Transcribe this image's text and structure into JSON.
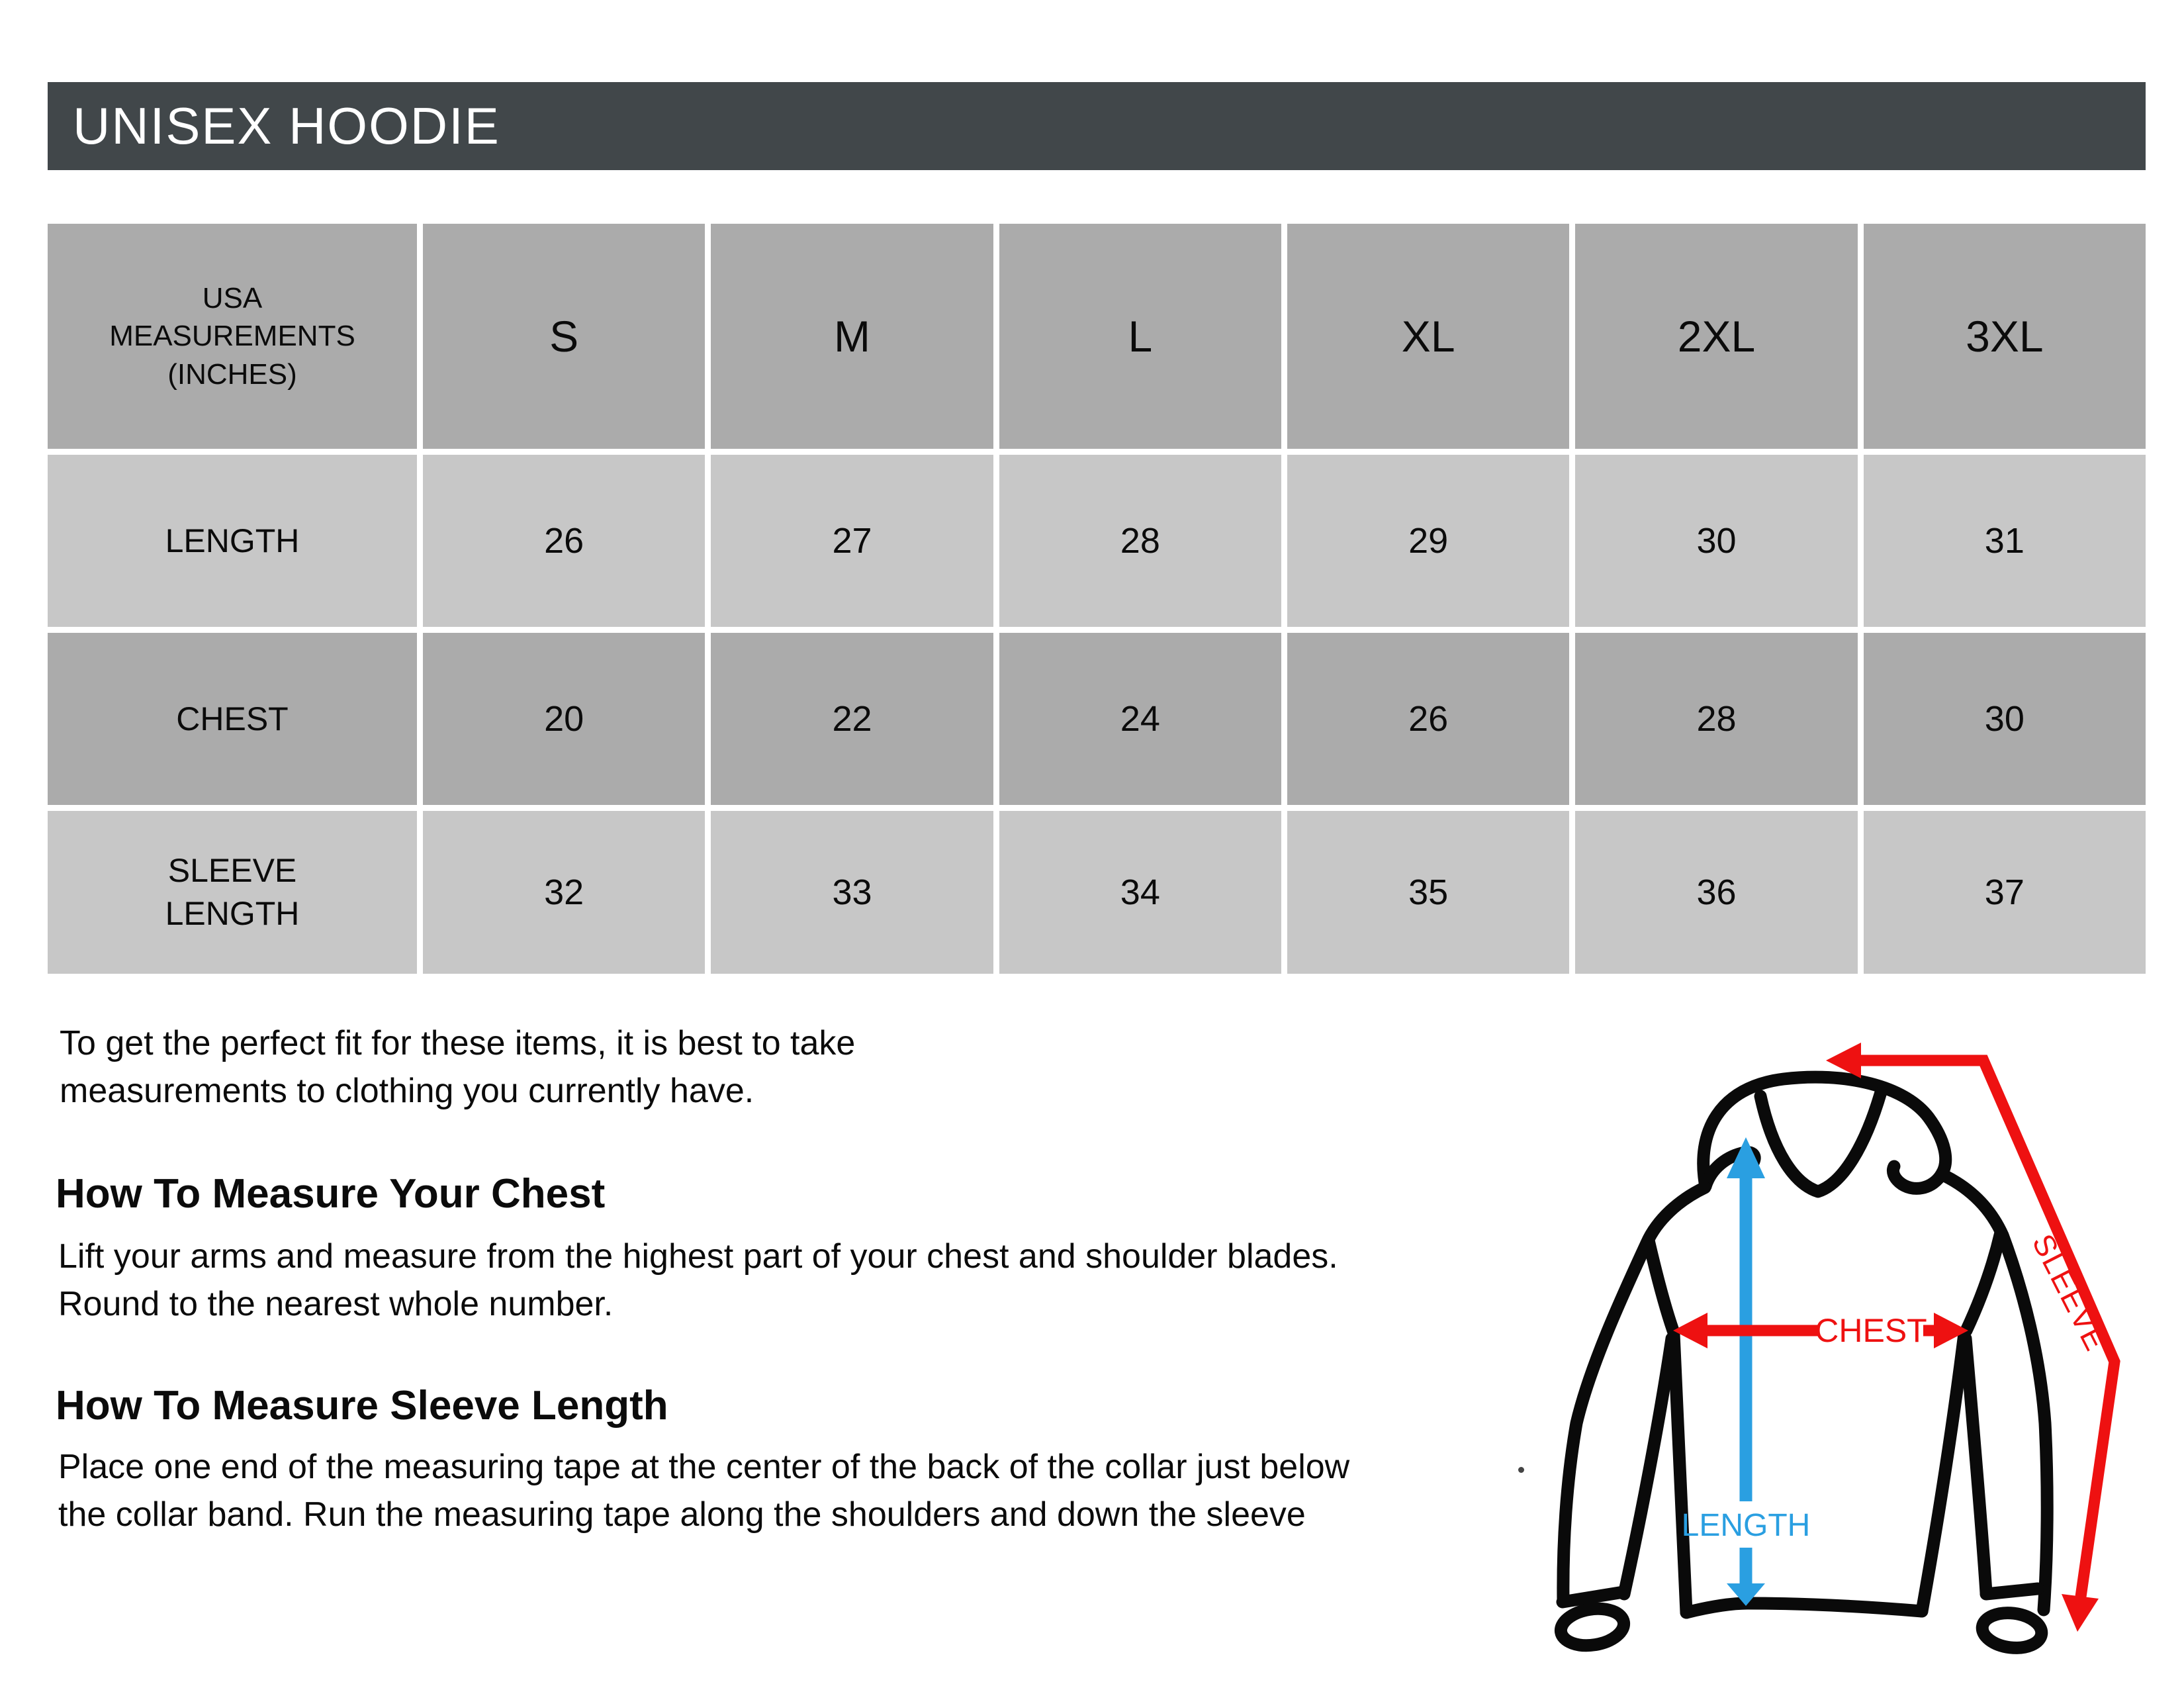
{
  "page": {
    "title": "UNISEX HOODIE"
  },
  "table": {
    "corner_header": "USA\nMEASUREMENTS\n(INCHES)",
    "size_headers": [
      "S",
      "M",
      "L",
      "XL",
      "2XL",
      "3XL"
    ],
    "rows": [
      {
        "label": "LENGTH",
        "values": [
          "26",
          "27",
          "28",
          "29",
          "30",
          "31"
        ]
      },
      {
        "label": "CHEST",
        "values": [
          "20",
          "22",
          "24",
          "26",
          "28",
          "30"
        ]
      },
      {
        "label": "SLEEVE\nLENGTH",
        "values": [
          "32",
          "33",
          "34",
          "35",
          "36",
          "37"
        ]
      }
    ]
  },
  "notes": {
    "intro_line1": "To get the perfect fit for these items, it is best to take",
    "intro_line2": "measurements to clothing you currently have.",
    "chest_heading": "How To Measure Your Chest",
    "chest_line1": "Lift your arms and measure from the highest part of your chest and shoulder blades.",
    "chest_line2": "Round to the nearest whole number.",
    "sleeve_heading": "How To Measure Sleeve Length",
    "sleeve_line1": "Place one end of the measuring tape at the center of the back of the collar just below",
    "sleeve_line2": "the collar band. Run the measuring tape along the shoulders and down the sleeve"
  },
  "diagram": {
    "labels": {
      "chest": "CHEST",
      "length": "LENGTH",
      "sleeve": "SLEEVE"
    },
    "colors": {
      "arrow_red": "#ee1111",
      "arrow_blue": "#2a9fe1",
      "outline_black": "#0a0a0a"
    }
  },
  "colors": {
    "titlebar_bg": "#41474a",
    "row_dark": "#ababab",
    "row_light": "#c7c7c7",
    "text": "#0b0b0b",
    "page_bg": "#ffffff"
  }
}
